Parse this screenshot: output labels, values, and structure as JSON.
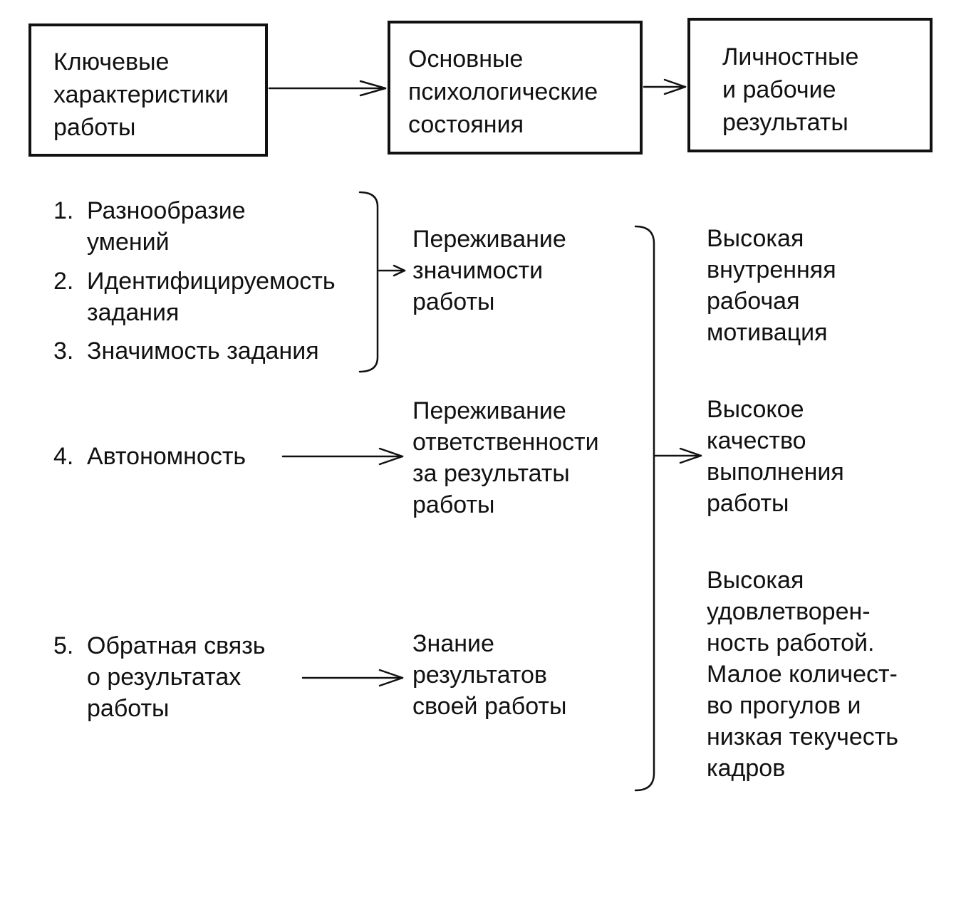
{
  "header": {
    "box1": "Ключевые\nхарактеристики\nработы",
    "box2": "Основные\nпсихологические\nсостояния",
    "box3": "Личностные\nи рабочие\nрезультаты"
  },
  "characteristics": [
    {
      "num": "1.",
      "text": "Разнообразие\nумений"
    },
    {
      "num": "2.",
      "text": "Идентифицируемость\nзадания"
    },
    {
      "num": "3.",
      "text": "Значимость задания"
    },
    {
      "num": "4.",
      "text": "Автономность"
    },
    {
      "num": "5.",
      "text": "Обратная связь\nо результатах\nработы"
    }
  ],
  "states": [
    "Переживание\nзначимости\nработы",
    "Переживание\nответственности\nза результаты\nработы",
    "Знание\nрезультатов\nсвоей работы"
  ],
  "outcomes": [
    "Высокая\nвнутренняя\nрабочая\nмотивация",
    "Высокое\nкачество\nвыполнения\nработы",
    "Высокая\nудовлетворен-\nность работой.\nМалое количест-\nво прогулов и\nнизкая текучесть\nкадров"
  ]
}
